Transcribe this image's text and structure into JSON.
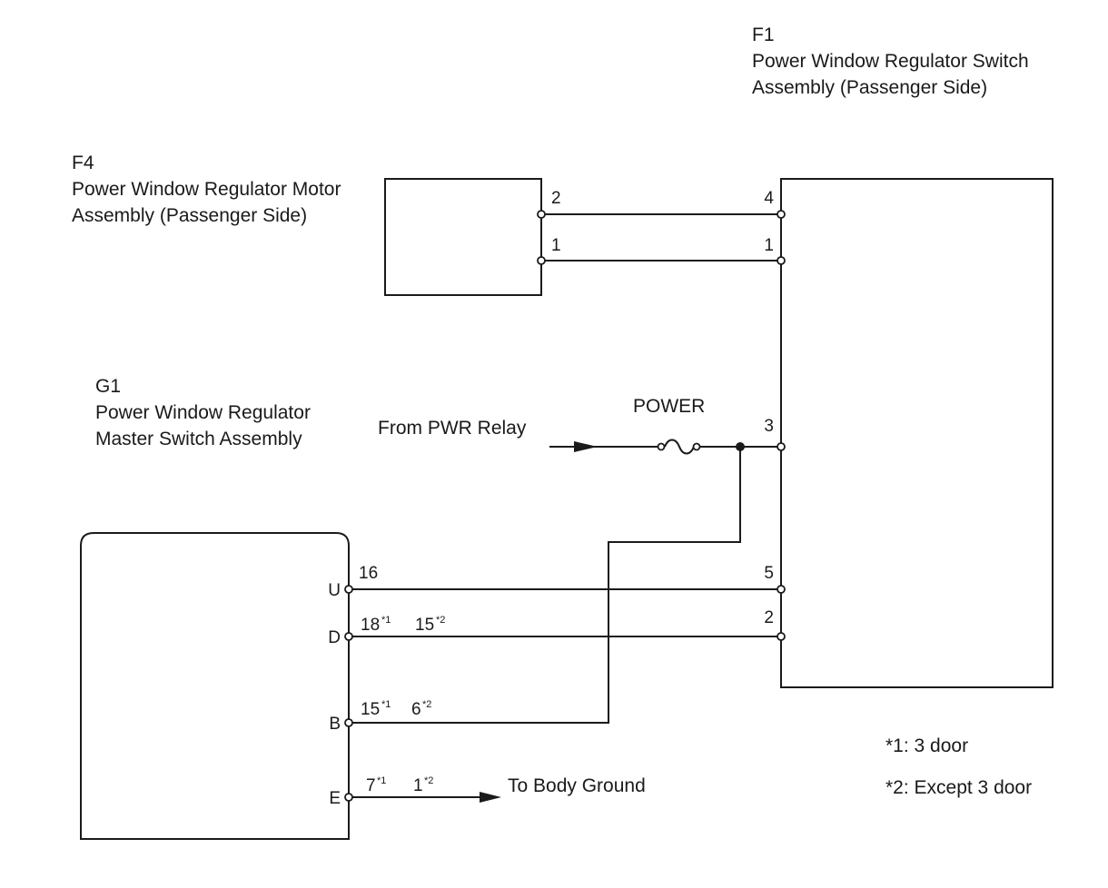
{
  "components": {
    "f1": {
      "code": "F1",
      "name_line1": "Power Window Regulator Switch",
      "name_line2": "Assembly (Passenger Side)"
    },
    "f4": {
      "code": "F4",
      "name_line1": "Power Window Regulator Motor",
      "name_line2": "Assembly (Passenger Side)"
    },
    "g1": {
      "code": "G1",
      "name_line1": "Power Window Regulator",
      "name_line2": "Master Switch Assembly"
    }
  },
  "pins": {
    "f4_2": "2",
    "f4_1": "1",
    "f1_4": "4",
    "f1_1": "1",
    "f1_3": "3",
    "f1_5": "5",
    "f1_2": "2",
    "g1_u": {
      "terminal": "U",
      "pin": "16"
    },
    "g1_d": {
      "terminal": "D",
      "pin_a": "18",
      "sup_a": "*1",
      "pin_b": "15",
      "sup_b": "*2"
    },
    "g1_b": {
      "terminal": "B",
      "pin_a": "15",
      "sup_a": "*1",
      "pin_b": "6",
      "sup_b": "*2"
    },
    "g1_e": {
      "terminal": "E",
      "pin_a": "7",
      "sup_a": "*1",
      "pin_b": "1",
      "sup_b": "*2"
    }
  },
  "labels": {
    "fuse": "POWER",
    "source": "From PWR Relay",
    "ground": "To Body Ground"
  },
  "notes": [
    "*1: 3 door",
    "*2: Except 3 door"
  ],
  "colors": {
    "line": "#1a1a1a",
    "background": "#ffffff"
  }
}
